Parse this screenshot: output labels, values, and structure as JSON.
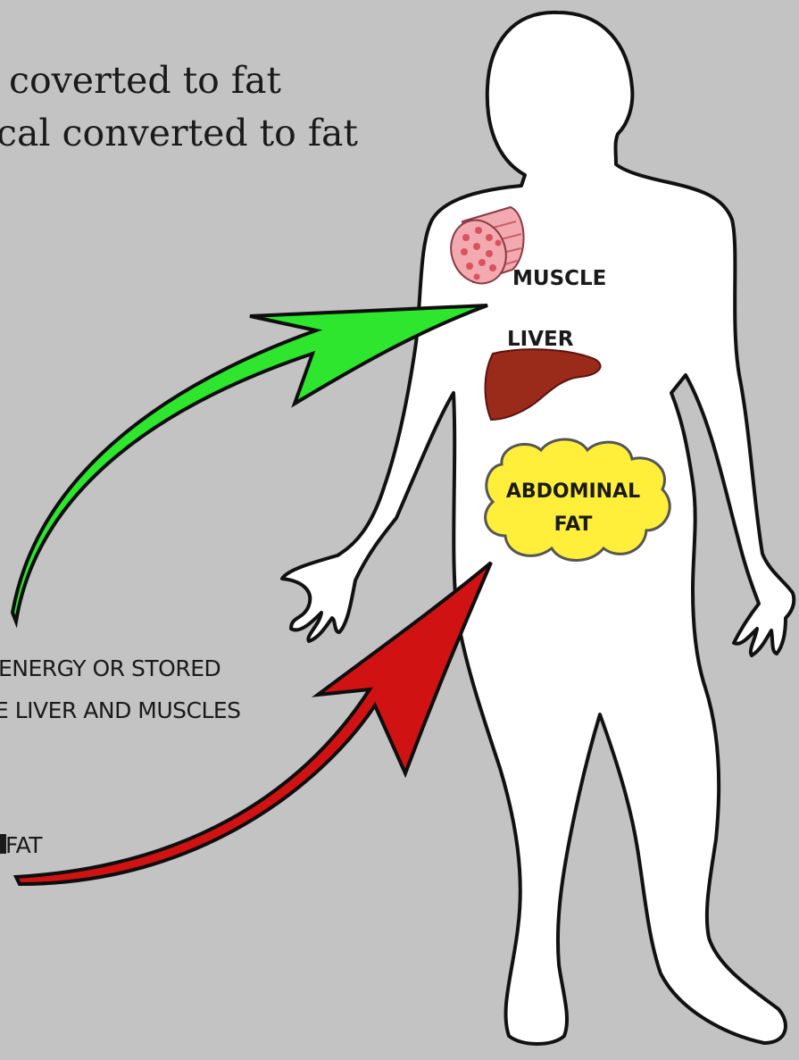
{
  "top_text": {
    "line1": "coverted to fat",
    "line2": "cal converted to fat"
  },
  "side_text": {
    "line1": "ENERGY OR STORED",
    "line2": "E LIVER AND MUSCLES",
    "line3": "FAT"
  },
  "organs": {
    "muscle": "MUSCLE",
    "liver": "LIVER",
    "fat_line1": "ABDOMINAL",
    "fat_line2": "FAT"
  },
  "colors": {
    "background": "#c3c3c3",
    "body": "#ffffff",
    "green_arrow": "#2ee62e",
    "red_arrow": "#d11212",
    "liver": "#9a2a1a",
    "fat": "#ffef3a",
    "muscle": "#f3a9b0"
  }
}
